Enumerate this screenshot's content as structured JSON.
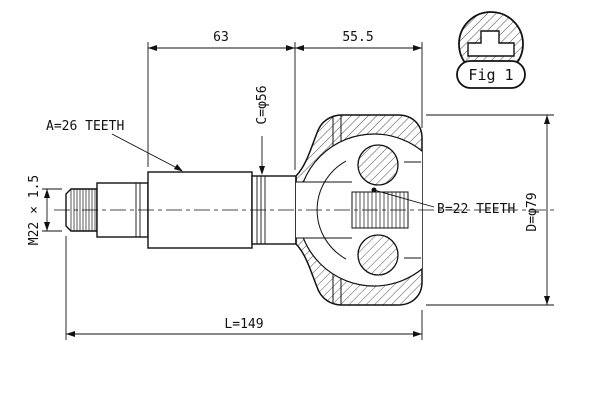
{
  "figure": {
    "badge": "Fig 1"
  },
  "dimensions": {
    "segment_a": "63",
    "segment_b": "55.5",
    "total_length": "L=149",
    "thread_spec": "M22 × 1.5",
    "outer_spline": "A=26 TEETH",
    "inner_spline": "B=22 TEETH",
    "cage_diameter": "C=φ56",
    "housing_diameter": "D=φ79"
  },
  "colors": {
    "line": "#111111",
    "background": "#ffffff"
  }
}
